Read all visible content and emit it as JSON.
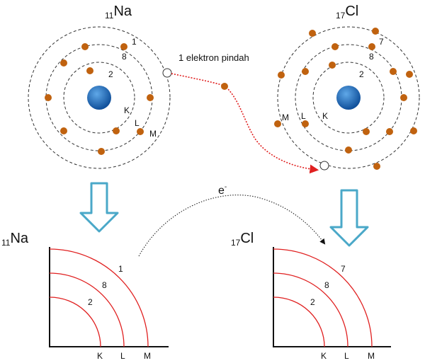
{
  "na": {
    "symbol": "Na",
    "atomic_number": "11",
    "shells": [
      "K",
      "L",
      "M"
    ],
    "counts": [
      "2",
      "8",
      "1"
    ]
  },
  "cl": {
    "symbol": "Cl",
    "atomic_number": "17",
    "shells": [
      "K",
      "L",
      "M"
    ],
    "counts": [
      "2",
      "8",
      "7"
    ]
  },
  "transfer_label": "1 elektron pindah",
  "electron": {
    "symbol": "e",
    "charge": "-"
  },
  "colors": {
    "electron": "#c0620f",
    "nucleus": "#1f6fbf",
    "orbit": "#333333",
    "arrow_block": "#4aa8c8",
    "transfer_arrow": "#e02020",
    "shell_curve": "#e02020"
  }
}
